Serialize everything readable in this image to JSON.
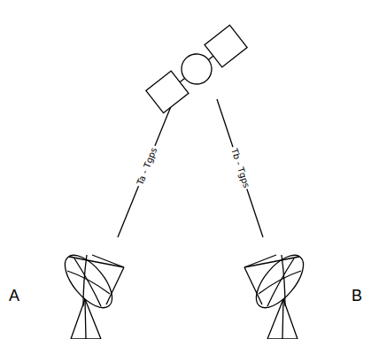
{
  "diagram": {
    "labels": [
      "Ta - Tgps",
      "Tb - Tgps",
      "A",
      "B"
    ]
  }
}
